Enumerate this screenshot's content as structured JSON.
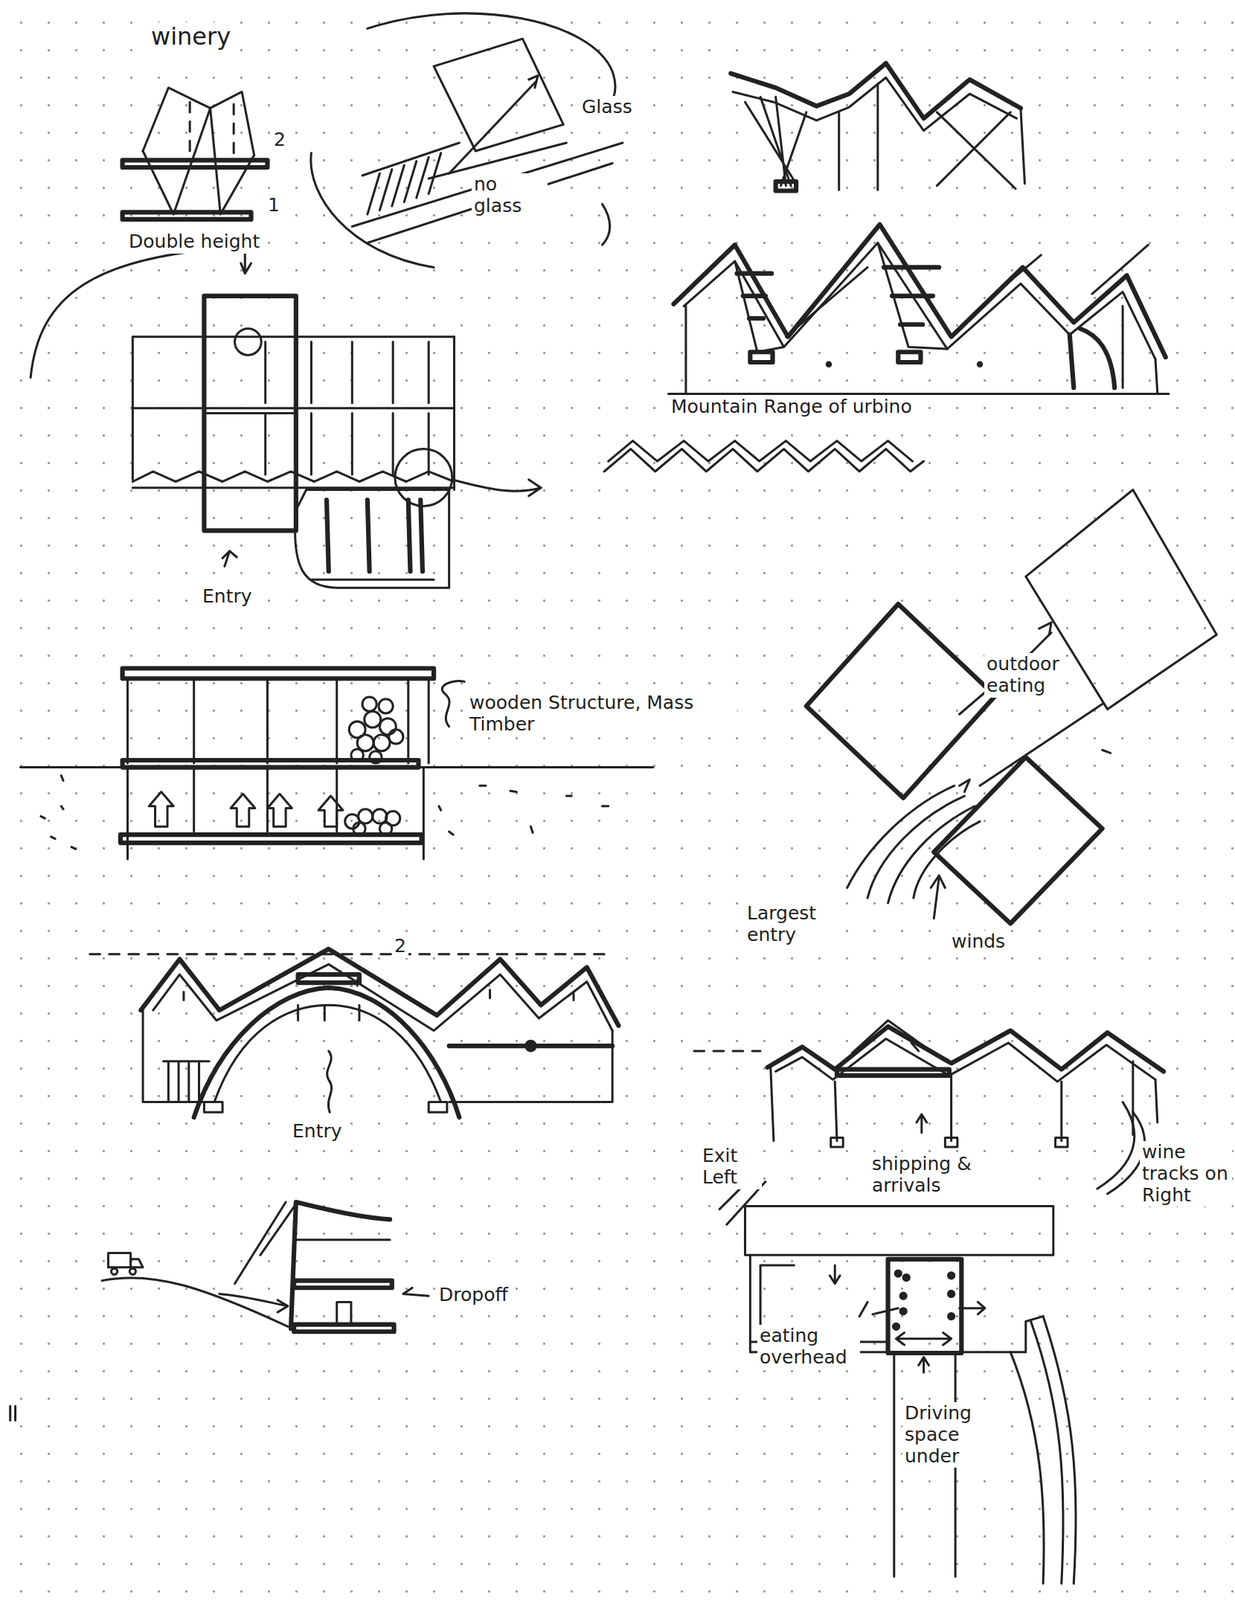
{
  "diagram": {
    "title": "winery",
    "labels": [
      "2",
      "1",
      "Double height",
      "Glass",
      "no glass",
      "Entry",
      "Mountain Range of urbino",
      "wooden Structure, Mass Timber",
      "outdoor eating",
      "winds",
      "Largest entry",
      "2",
      "Entry",
      "Dropoff",
      "Exit Left",
      "shipping & arrivals",
      "wine tracks on Right",
      "eating overhead",
      "Driving space under"
    ]
  }
}
